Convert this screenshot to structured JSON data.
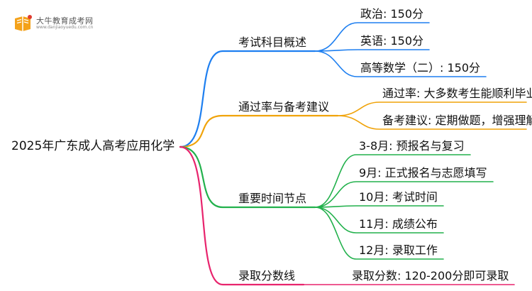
{
  "logo": {
    "title": "大牛教育成考网",
    "url": "www.danjiaoyuedu.com.cn"
  },
  "root": {
    "label": "2025年广东成人高考应用化学"
  },
  "branches": [
    {
      "name": "exam-subjects",
      "label": "考试科目概述",
      "color": "#1e7ff0",
      "leaves": [
        "政治: 150分",
        "英语: 150分",
        "高等数学（二）: 150分"
      ]
    },
    {
      "name": "pass-rate",
      "label": "通过率与备考建议",
      "color": "#f0a30a",
      "leaves": [
        "通过率: 大多数考生能顺利毕业",
        "备考建议: 定期做题，增强理解"
      ]
    },
    {
      "name": "key-dates",
      "label": "重要时间节点",
      "color": "#22b14c",
      "leaves": [
        "3-8月: 预报名与复习",
        "9月: 正式报名与志愿填写",
        "10月: 考试时间",
        "11月: 成绩公布",
        "12月: 录取工作"
      ]
    },
    {
      "name": "admission-score",
      "label": "录取分数线",
      "color": "#e8246d",
      "leaves": [
        "录取分数: 120-200分即可录取"
      ]
    }
  ]
}
